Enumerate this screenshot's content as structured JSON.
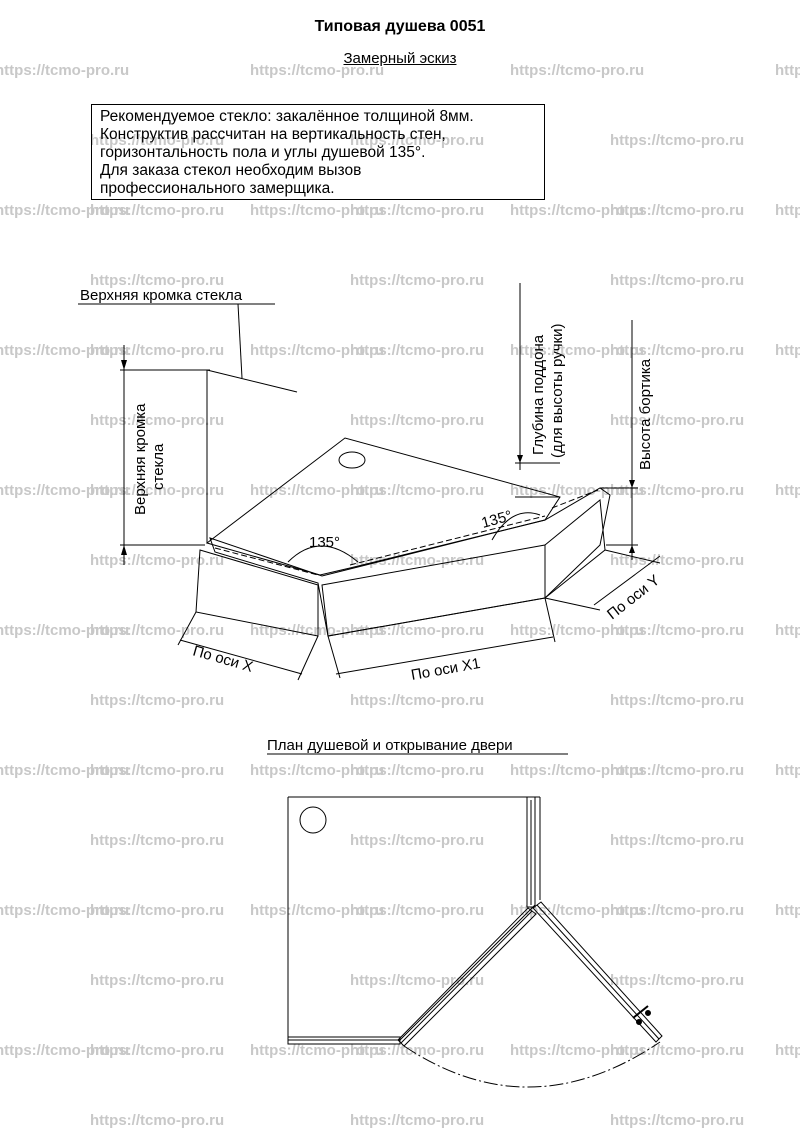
{
  "header": {
    "title": "Типовая душева 0051",
    "subtitle": "Замерный эскиз"
  },
  "note": {
    "lines": [
      "Рекомендуемое стекло: закалённое толщиной 8мм.",
      "Конструктив рассчитан на вертикальность стен,",
      "горизонтальность пола и углы душевой 135°.",
      "Для заказа стекол необходим вызов",
      "профессионального замерщика."
    ]
  },
  "sketch": {
    "top_edge_label": "Верхняя кромка стекла",
    "left_vertical_label_line1": "Верхняя кромка",
    "left_vertical_label_line2": "стекла",
    "tray_depth_line1": "Глубина поддона",
    "tray_depth_line2": "(для высоты ручки)",
    "curb_height": "Высота бортика",
    "angle_left": "135°",
    "angle_right": "135°",
    "axis_x": "По оси X",
    "axis_x1": "По оси X1",
    "axis_y": "По оси Y"
  },
  "plan": {
    "title": "План душевой и открывание двери"
  },
  "watermark": {
    "text": "https://tcmo-pro.ru",
    "color": "#c8c8c8"
  }
}
